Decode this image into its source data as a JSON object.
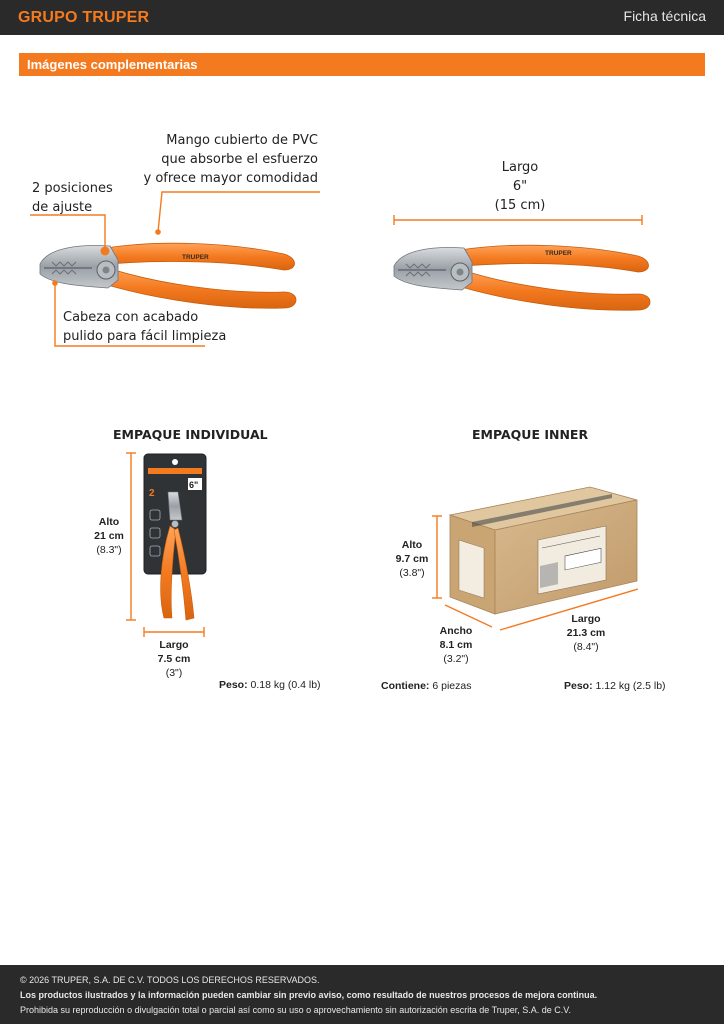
{
  "header": {
    "brand": "GRUPO TRUPER",
    "doc_type": "Ficha técnica"
  },
  "section": {
    "title": "Imágenes complementarias"
  },
  "callouts": {
    "handle_lines": [
      "Mango cubierto de PVC",
      "que absorbe el esfuerzo",
      "y ofrece mayor comodidad"
    ],
    "adjust_lines": [
      "2 posiciones",
      "de ajuste"
    ],
    "head_lines": [
      "Cabeza con acabado",
      "pulido para fácil limpieza"
    ],
    "length_lines": [
      "Largo",
      "6\"",
      "(15 cm)"
    ]
  },
  "tool": {
    "brand_mark": "TRUPER"
  },
  "individual": {
    "title": "EMPAQUE INDIVIDUAL",
    "alto_label": "Alto",
    "alto_metric": "21 cm",
    "alto_imperial": "(8.3\")",
    "largo_label": "Largo",
    "largo_metric": "7.5 cm",
    "largo_imperial": "(3\")",
    "peso_label": "Peso:",
    "peso_value": "0.18 kg (0.4 lb)"
  },
  "inner": {
    "title": "EMPAQUE INNER",
    "alto_label": "Alto",
    "alto_metric": "9.7 cm",
    "alto_imperial": "(3.8\")",
    "ancho_label": "Ancho",
    "ancho_metric": "8.1 cm",
    "ancho_imperial": "(3.2\")",
    "largo_label": "Largo",
    "largo_metric": "21.3 cm",
    "largo_imperial": "(8.4\")",
    "contiene_label": "Contiene:",
    "contiene_value": "6 piezas",
    "peso_label": "Peso:",
    "peso_value": "1.12 kg (2.5 lb)"
  },
  "colors": {
    "accent": "#f47a20",
    "dark": "#2a2a2a"
  },
  "footer": {
    "copyright": "© 2026 TRUPER, S.A. DE C.V. TODOS LOS DERECHOS RESERVADOS.",
    "disclaimer": "Los productos ilustrados y la información pueden cambiar sin previo aviso, como resultado de nuestros procesos de mejora continua.",
    "legal": "Prohibida su reproducción o divulgación total o parcial así como su uso o aprovechamiento sin autorización escrita de Truper, S.A. de C.V."
  }
}
